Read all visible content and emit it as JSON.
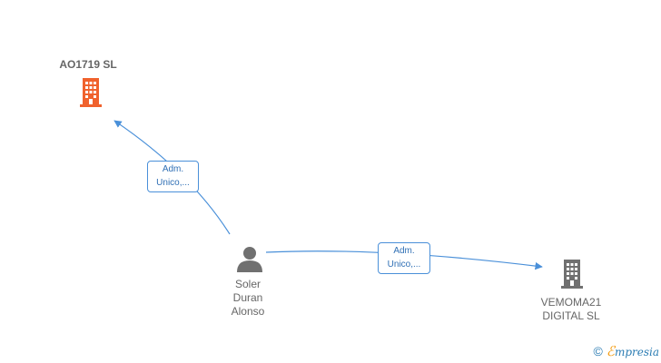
{
  "colors": {
    "edge": "#4a90d9",
    "company_highlight": "#f0622d",
    "company_default": "#707070",
    "person": "#707070",
    "text": "#666666"
  },
  "nodes": {
    "company_top": {
      "label": "AO1719  SL",
      "icon": "building-icon"
    },
    "person": {
      "label": "Soler\nDuran\nAlonso",
      "icon": "person-icon"
    },
    "company_right": {
      "label": "VEMOMA21\nDIGITAL  SL",
      "icon": "building-icon"
    }
  },
  "edges": [
    {
      "from": "person",
      "to": "company_top",
      "label_line1": "Adm.",
      "label_line2": "Unico,..."
    },
    {
      "from": "person",
      "to": "company_right",
      "label_line1": "Adm.",
      "label_line2": "Unico,..."
    }
  ],
  "brand": {
    "copyright": "©",
    "e": "ℰ",
    "rest": "mpresia"
  }
}
